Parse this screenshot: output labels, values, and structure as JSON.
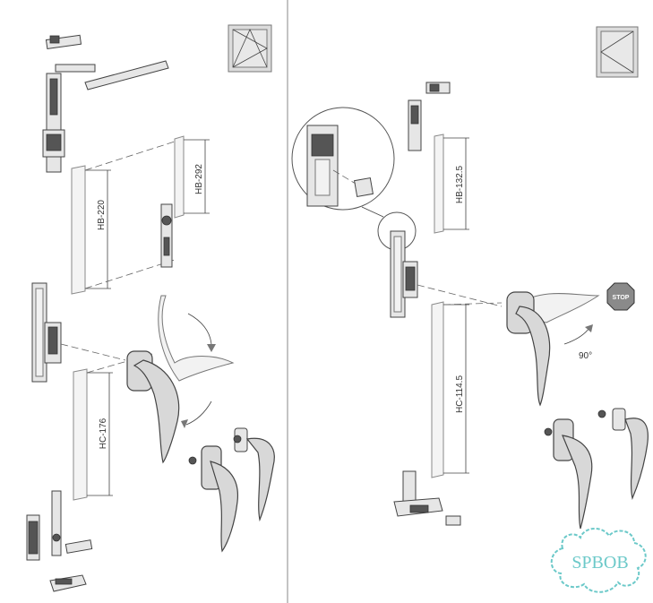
{
  "left_panel": {
    "dimensions": [
      "HB-292",
      "HB-220",
      "HC-176"
    ]
  },
  "right_panel": {
    "dimensions": [
      "HB-132.5",
      "HC-114.5"
    ],
    "stop_sign": "STOP",
    "rotation_angle": "90°"
  },
  "watermark": {
    "text": "SPBOB",
    "color": "#6cc9c9"
  },
  "colors": {
    "line": "#444444",
    "metal": "#d8d8d8",
    "stop": "#888888"
  }
}
